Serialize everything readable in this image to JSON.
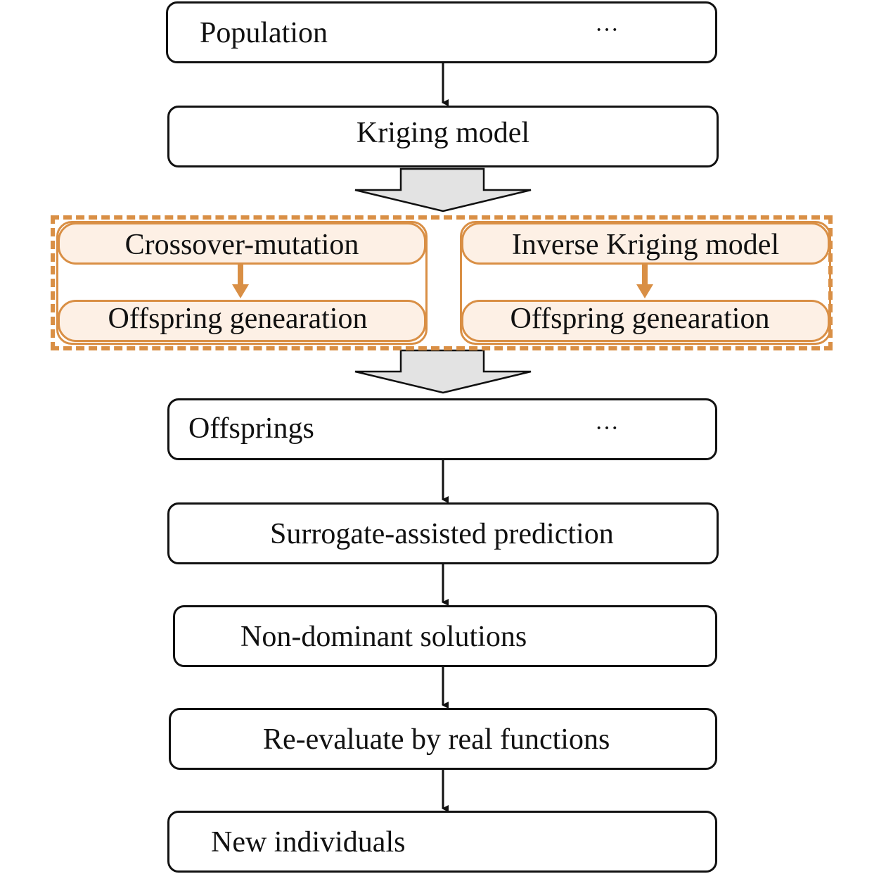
{
  "colors": {
    "accent_orange": "#d98f45",
    "light_orange_fill": "#fdf0e5",
    "block_arrow_fill": "#e3e3e3",
    "ink": "#111111"
  },
  "icons": {
    "dna": "dna-helix-icon"
  },
  "nodes": {
    "population": "Population",
    "kriging": "Kriging model",
    "crossover": "Crossover-mutation",
    "offspring_left": "Offspring genearation",
    "inverse_kriging": "Inverse Kriging model",
    "offspring_right": "Offspring genearation",
    "offsprings": "Offsprings",
    "surrogate": "Surrogate-assisted prediction",
    "non_dominant": "Non-dominant solutions",
    "reevaluate": "Re-evaluate by real functions",
    "new_individuals": "New individuals"
  },
  "ellipsis": "···"
}
